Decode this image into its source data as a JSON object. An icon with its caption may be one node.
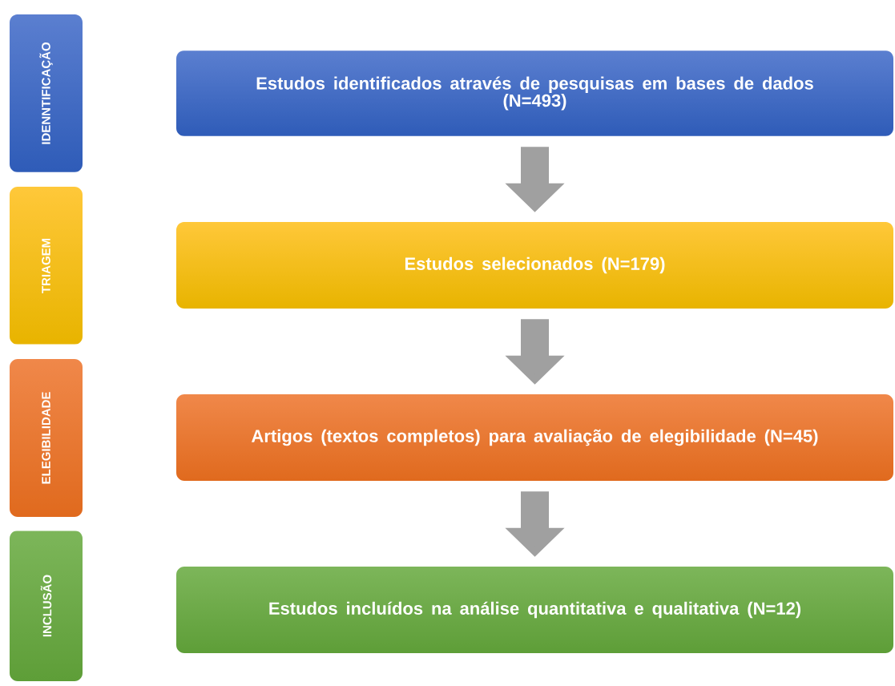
{
  "diagram": {
    "nodes": [
      {
        "text": [
          "IDENNTIFICAÇÃO"
        ]
      },
      {
        "text": [
          "TRIAGEM"
        ]
      },
      {
        "text": [
          "ELEGIBILIDADE"
        ]
      },
      {
        "text": [
          "INCLUSÃO"
        ]
      },
      {
        "text": [
          "Estudos identificados através de pesquisas em bases de dados (N=493)"
        ]
      },
      {
        "text": [
          "Estudos selecionados (N=179)"
        ]
      },
      {
        "text": [
          "Artigos (textos completos) para avaliação de elegibilidade (N=45)"
        ]
      },
      {
        "text": [
          "Estudos incluídos na análise quantitativa e qualitativa (N=12)"
        ]
      }
    ],
    "edges": [
      {
        "from": 4,
        "to": 5,
        "arrow": "to"
      },
      {
        "from": 5,
        "to": 6,
        "arrow": "to"
      },
      {
        "from": 6,
        "to": 7,
        "arrow": "to"
      }
    ]
  }
}
